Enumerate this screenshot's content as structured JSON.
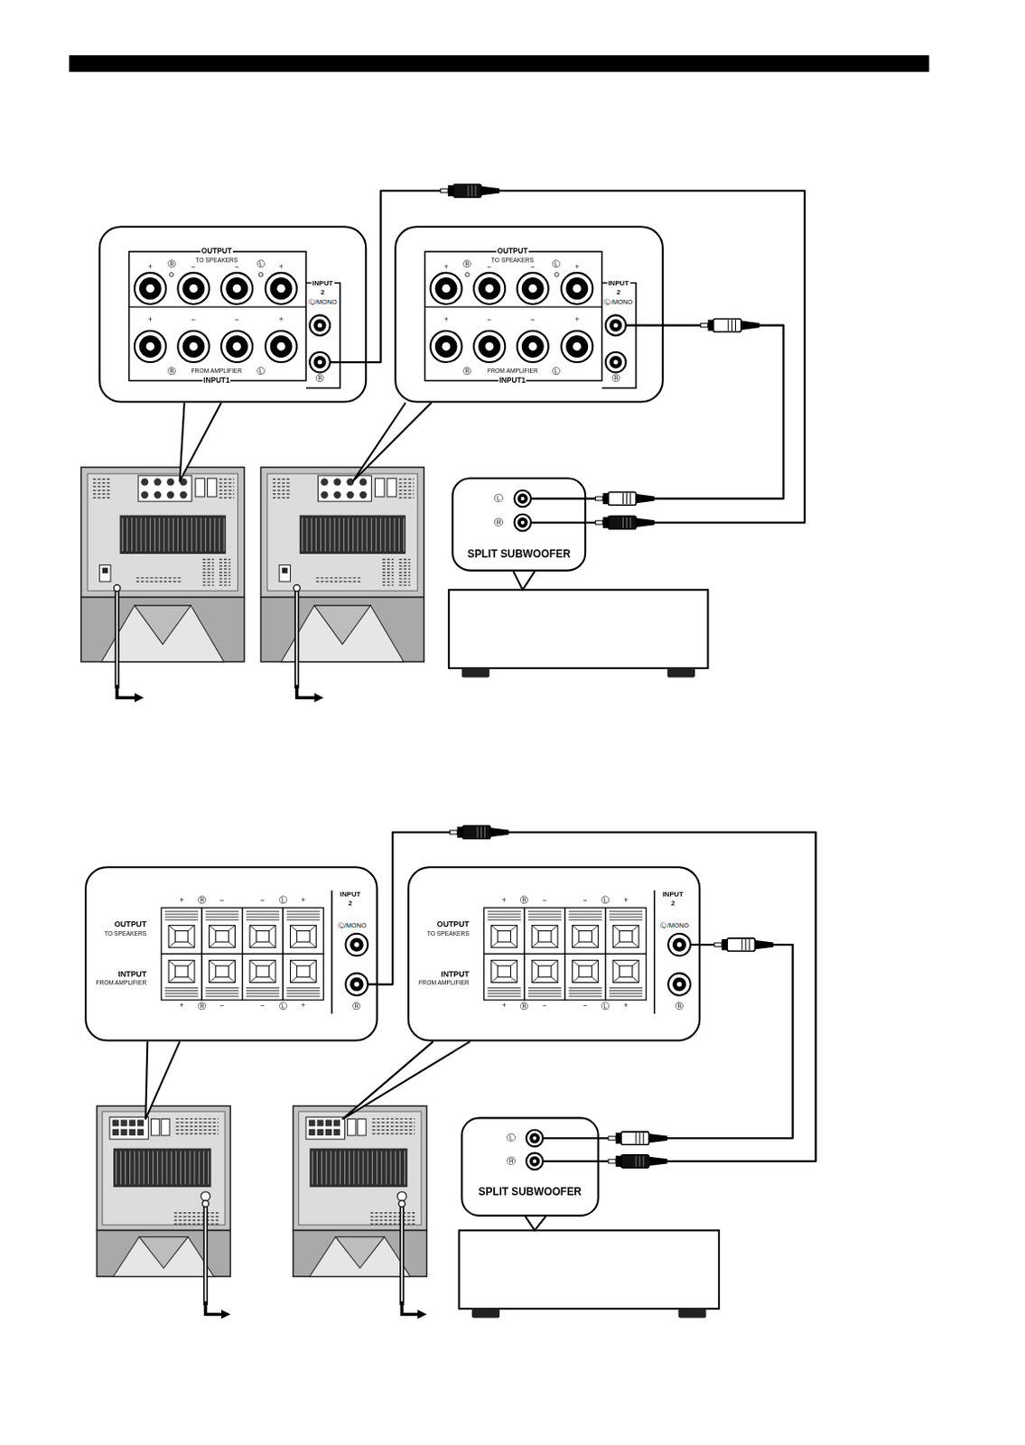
{
  "diagram": {
    "nodes": [
      {
        "text": [
          "OUTPUT",
          "TO SPEAKERS",
          "+",
          "Ⓡ",
          "−",
          "−",
          "Ⓛ",
          "+",
          "+",
          "−",
          "−",
          "+",
          "Ⓡ",
          "FROM AMPLIFIER",
          "Ⓛ",
          "INPUT1",
          "INPUT",
          "2",
          "Ⓛ/MONO",
          "Ⓡ"
        ]
      },
      {
        "text": [
          "OUTPUT",
          "TO SPEAKERS",
          "+",
          "Ⓡ",
          "−",
          "−",
          "Ⓛ",
          "+",
          "+",
          "−",
          "−",
          "+",
          "Ⓡ",
          "FROM AMPLIFIER",
          "Ⓛ",
          "INPUT1",
          "INPUT",
          "2",
          "Ⓛ/MONO",
          "Ⓡ"
        ]
      },
      {
        "text": [
          "Ⓛ",
          "Ⓡ",
          "SPLIT SUBWOOFER"
        ]
      },
      {
        "text": [
          "+",
          "Ⓡ",
          "−",
          "−",
          "Ⓛ",
          "+",
          "OUTPUT",
          "TO SPEAKERS",
          "INTPUT",
          "FROM AMPLIFIER",
          "+",
          "Ⓡ",
          "−",
          "−",
          "Ⓛ",
          "+",
          "INPUT",
          "2",
          "Ⓛ/MONO",
          "Ⓡ"
        ]
      },
      {
        "text": [
          "+",
          "Ⓡ",
          "−",
          "−",
          "Ⓛ",
          "+",
          "OUTPUT",
          "TO SPEAKERS",
          "INTPUT",
          "FROM AMPLIFIER",
          "+",
          "Ⓡ",
          "−",
          "−",
          "Ⓛ",
          "+",
          "INPUT",
          "2",
          "Ⓛ/MONO",
          "Ⓡ"
        ]
      },
      {
        "text": [
          "Ⓛ",
          "Ⓡ",
          "SPLIT SUBWOOFER"
        ]
      }
    ],
    "edges": [
      {
        "from": 2,
        "to": 0,
        "arrow": "none"
      },
      {
        "from": 2,
        "to": 1,
        "arrow": "none"
      },
      {
        "from": 5,
        "to": 3,
        "arrow": "none"
      },
      {
        "from": 5,
        "to": 4,
        "arrow": "none"
      }
    ]
  }
}
